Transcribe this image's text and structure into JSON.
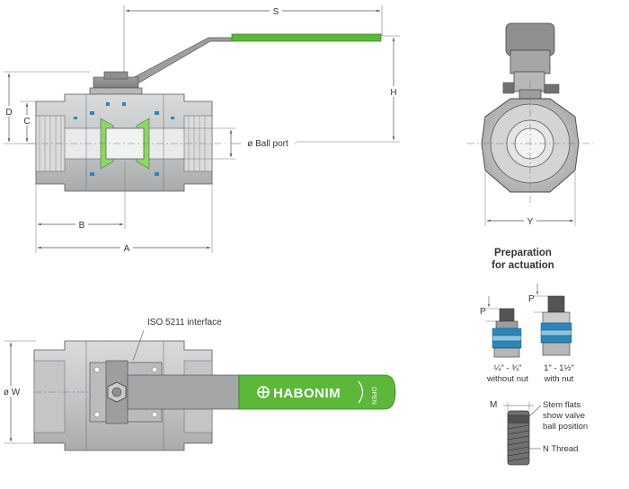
{
  "dimensions": {
    "s": "S",
    "h": "H",
    "d": "D",
    "c": "C",
    "ball_port": "ø Ball port",
    "b": "B",
    "a": "A",
    "y": "Y",
    "w": "ø W",
    "p1": "P",
    "p2": "P",
    "m": "M"
  },
  "labels": {
    "iso_interface": "ISO 5211 interface",
    "prep_title_1": "Preparation",
    "prep_title_2": "for actuation",
    "size_small_1": "¼\" - ¾\"",
    "size_small_2": "without nut",
    "size_large_1": "1\" - 1½\"",
    "size_large_2": "with nut",
    "stem_flats_1": "Stem flats",
    "stem_flats_2": "show valve",
    "stem_flats_3": "ball position",
    "n_thread": "N Thread"
  },
  "handle": {
    "brand": "HABONIM",
    "open": "OPEN"
  },
  "colors": {
    "body_fill": "#c9cbcd",
    "body_stroke": "#555555",
    "handle_green": "#5bb83a",
    "seat_green": "#8fd46a",
    "seal_blue": "#2e86b8",
    "dim_line": "#555555"
  }
}
